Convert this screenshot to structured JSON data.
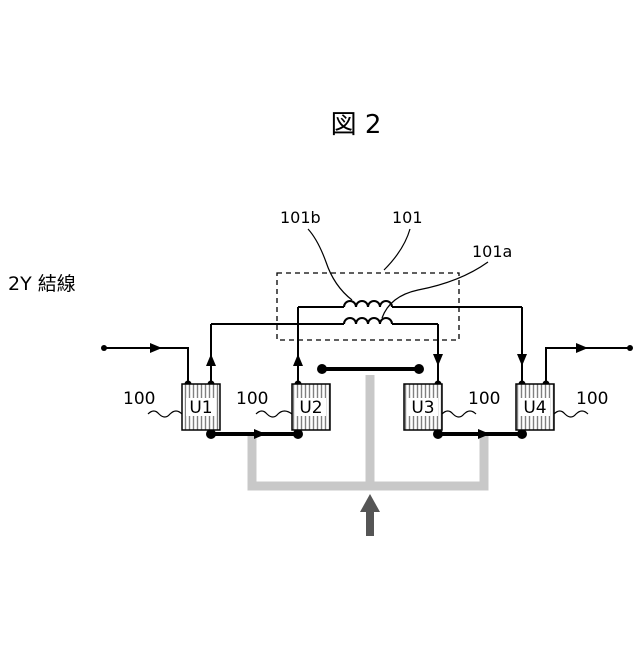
{
  "figure": {
    "title": "図 2",
    "connection_label": "2Y 結線"
  },
  "units": [
    {
      "id": "U1",
      "label": "U1",
      "ref": "100"
    },
    {
      "id": "U2",
      "label": "U2",
      "ref": "100"
    },
    {
      "id": "U3",
      "label": "U3",
      "ref": "100"
    },
    {
      "id": "U4",
      "label": "U4",
      "ref": "100"
    }
  ],
  "transformer": {
    "ref": "101",
    "coil_b_ref": "101b",
    "coil_a_ref": "101a"
  },
  "colors": {
    "line": "#000000",
    "bus": "#c8c8c8",
    "feed_arrow": "#555555",
    "unit_hatch": "#808080"
  }
}
